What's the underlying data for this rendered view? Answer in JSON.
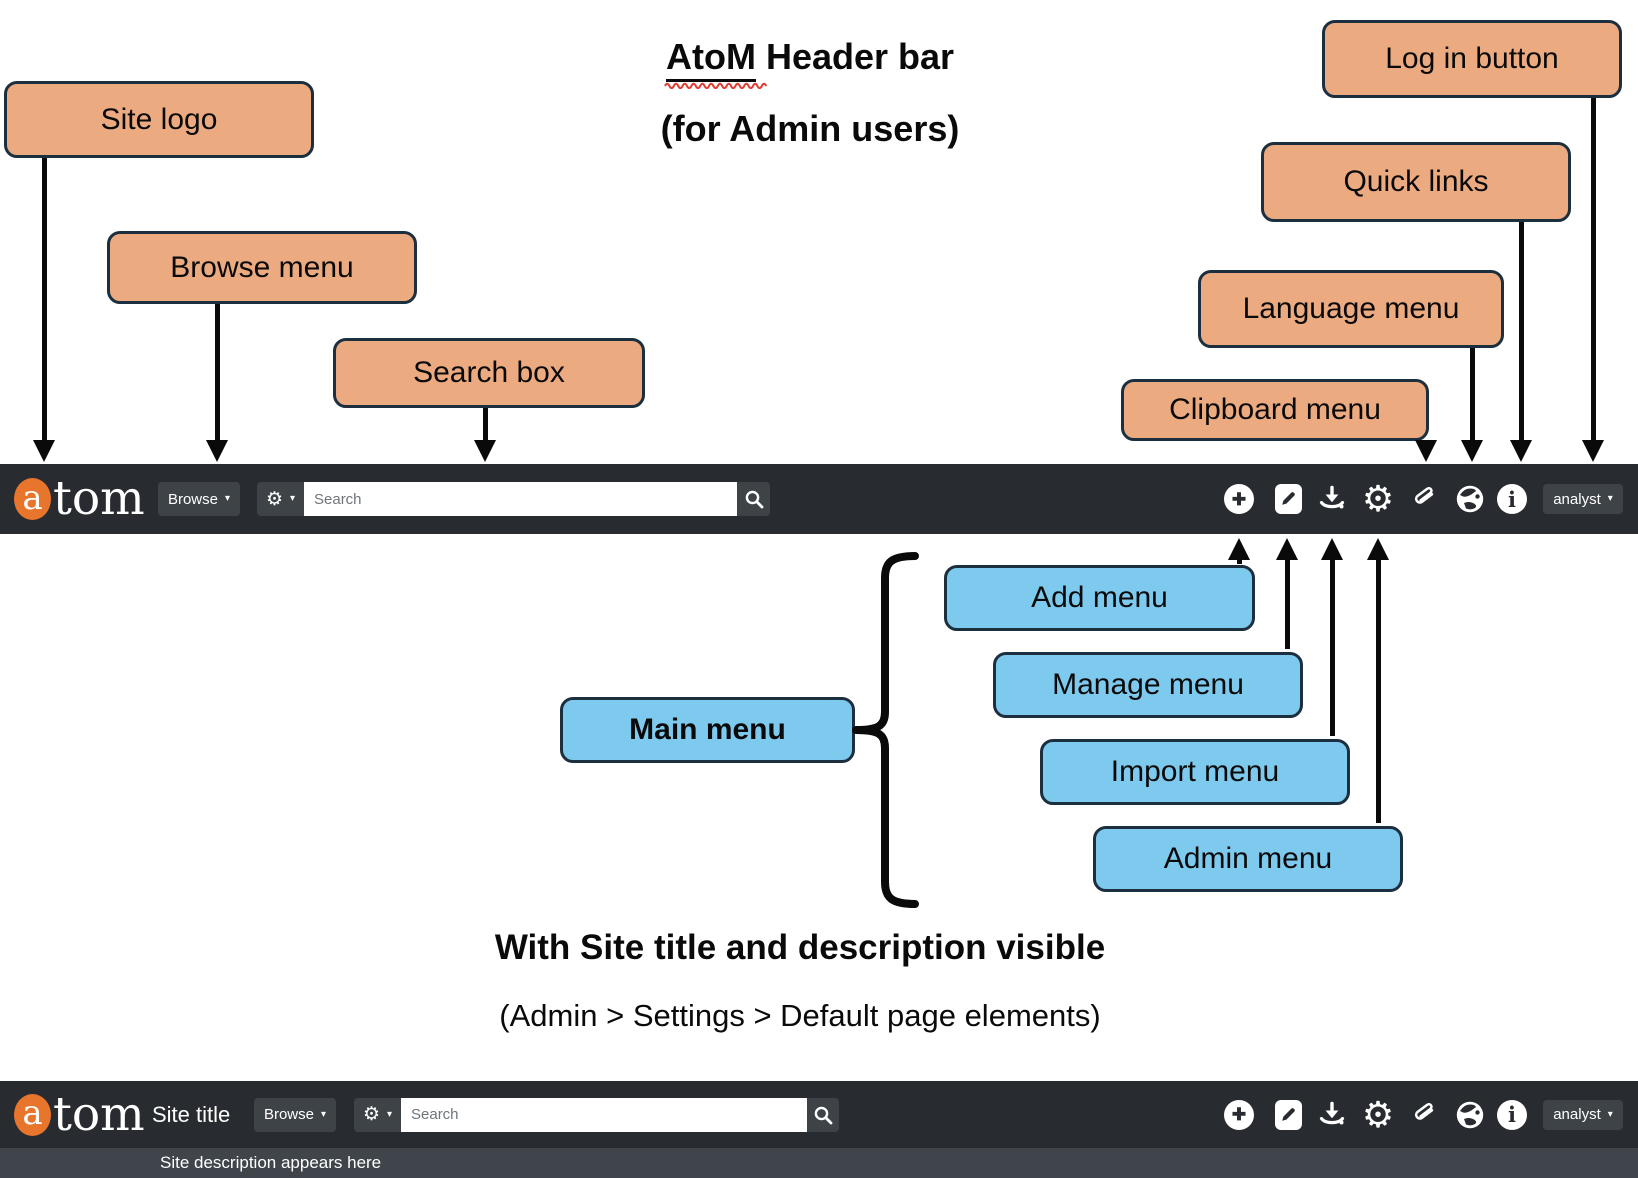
{
  "diagram": {
    "title_brand": "AtoM",
    "title_rest": " Header bar",
    "title_line2": "(for Admin users)",
    "subtitle_line1": "With Site title and description visible",
    "subtitle_line2": "(Admin > Settings > Default page elements)"
  },
  "callouts": {
    "site_logo": "Site logo",
    "browse_menu": "Browse menu",
    "search_box": "Search box",
    "clipboard_menu": "Clipboard menu",
    "language_menu": "Language menu",
    "quick_links": "Quick links",
    "login_button": "Log in button",
    "main_menu": "Main menu",
    "add_menu": "Add menu",
    "manage_menu": "Manage menu",
    "import_menu": "Import menu",
    "admin_menu": "Admin menu"
  },
  "header": {
    "logo_a": "a",
    "logo_rest": "tom",
    "browse_label": "Browse",
    "search_placeholder": "Search",
    "search_value": "",
    "user_label": "analyst",
    "site_title": "Site title",
    "site_description": "Site description appears here",
    "glyphs": {
      "caret": "▾",
      "gear": "⚙",
      "plus": "✚",
      "info": "i"
    },
    "icons": [
      {
        "name": "add-icon",
        "shape": "plus-circle"
      },
      {
        "name": "edit-icon",
        "shape": "pencil-square"
      },
      {
        "name": "import-icon",
        "shape": "download-arrow"
      },
      {
        "name": "admin-icon",
        "shape": "gear"
      },
      {
        "name": "clipboard-icon",
        "shape": "paperclip"
      },
      {
        "name": "language-icon",
        "shape": "globe"
      },
      {
        "name": "quick-links-icon",
        "shape": "info-circle"
      },
      {
        "name": "search-icon",
        "shape": "magnifier"
      }
    ]
  },
  "colors": {
    "header_bg": "#282b2f",
    "header_button_bg": "#3e4348",
    "logo_orange": "#e8752c",
    "callout_orange": "#ecaa80",
    "callout_blue": "#7ec9ee",
    "callout_border": "#1c2f3f",
    "description_bar_bg": "#40454c",
    "arrow_black": "#0a0a0a",
    "squiggle_red": "#e03c31"
  }
}
